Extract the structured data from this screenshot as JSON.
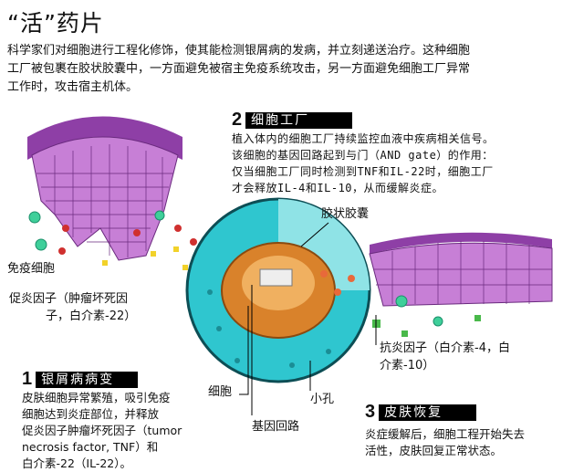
{
  "title": "“活”药片",
  "intro": [
    "科学家们对细胞进行工程化修饰，使其能检测银屑病的发病，并立刻递送治疗。这种细胞",
    "工厂被包裹在胶状胶囊中，一方面避免被宿主免疫系统攻击，另一方面避免细胞工厂异常",
    "工作时，攻击宿主机体。"
  ],
  "labels": {
    "immune_cell": "免疫细胞",
    "pro_inflammatory": [
      "促炎因子（肿瘤坏死因",
      "子，白介素-22）"
    ],
    "capsule": "胶状胶囊",
    "anti_inflammatory": [
      "抗炎因子（白介素-4，白",
      "介素-10）"
    ],
    "cell": "细胞",
    "pore": "小孔",
    "gene_circuit": "基因回路"
  },
  "sections": [
    {
      "num": "1",
      "title": "银屑病病变",
      "lines": [
        "皮肤细胞异常繁殖，吸引免疫",
        "细胞达到炎症部位，并释放",
        "促炎因子肿瘤坏死因子（tumor",
        "necrosis factor, TNF）和",
        "白介素-22（IL-22）。"
      ]
    },
    {
      "num": "2",
      "title": "细胞工厂",
      "lines": [
        "植入体内的细胞工厂持续监控血液中疾病相关信号。",
        "该细胞的基因回路起到与门（AND gate）的作用：",
        "仅当细胞工厂同时检测到TNF和IL-22时，细胞工厂",
        "才会释放IL-4和IL-10，从而缓解炎症。"
      ]
    },
    {
      "num": "3",
      "title": "皮肤恢复",
      "lines": [
        "炎症缓解后，细胞工程开始失去",
        "活性，皮肤回复正常状态。"
      ]
    }
  ],
  "colors": {
    "tissue": "#c77fd6",
    "capsule": "#2fc6cf",
    "cell": "#d9822b",
    "pro": "#d0302f",
    "anti": "#49b94a",
    "immune": "#3fcf9a"
  }
}
